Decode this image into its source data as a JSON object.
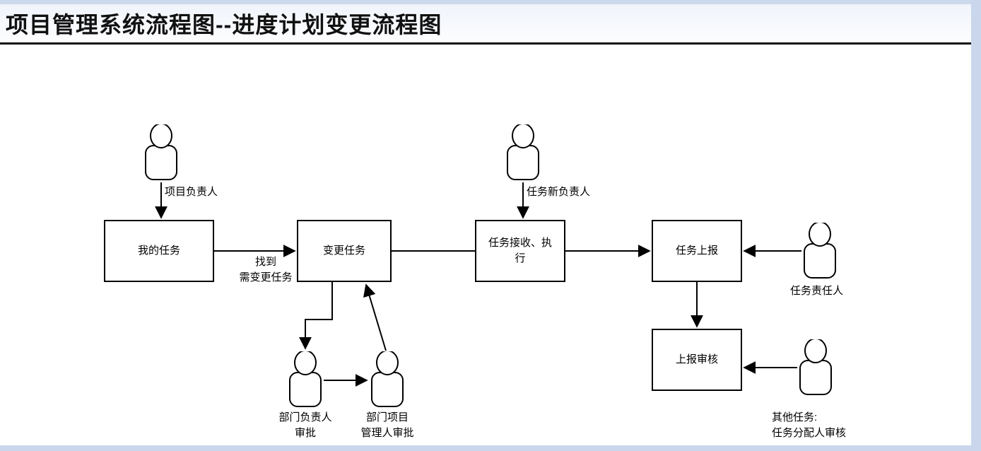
{
  "window": {
    "title": "项目管理系统流程图--进度计划变更流程图"
  },
  "colors": {
    "chrome_strip": "#c9d6ec",
    "line": "#000000",
    "node_fill": "#ffffff",
    "title_rule": "#111111"
  },
  "flowchart": {
    "nodes": [
      {
        "id": "my-task",
        "label": "我的任务"
      },
      {
        "id": "change-task",
        "label": "变更任务"
      },
      {
        "id": "task-receive-execute",
        "label": "任务接收、执行"
      },
      {
        "id": "task-report",
        "label": "任务上报"
      },
      {
        "id": "report-review",
        "label": "上报审核"
      }
    ],
    "actors": [
      {
        "id": "project-leader",
        "label": "项目负责人"
      },
      {
        "id": "task-new-owner",
        "label": "任务新负责人"
      },
      {
        "id": "task-owner",
        "label": "任务责任人"
      },
      {
        "id": "dept-leader-approve",
        "label": "部门负责人\n审批"
      },
      {
        "id": "dept-pm-approve",
        "label": "部门项目\n管理人审批"
      },
      {
        "id": "other-task",
        "label": "其他任务:\n任务分配人审核"
      }
    ],
    "edge_labels": [
      {
        "id": "find-change-task",
        "label": "找到\n需变更任务"
      }
    ]
  }
}
